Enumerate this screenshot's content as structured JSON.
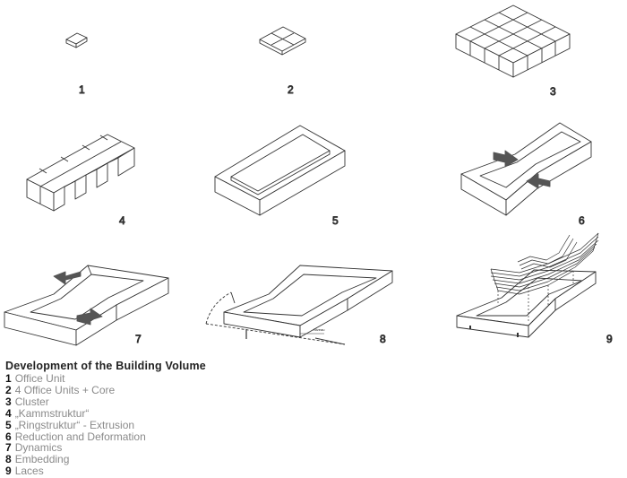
{
  "diagrams": [
    {
      "number": "1",
      "icon": "single-block-icon"
    },
    {
      "number": "2",
      "icon": "cross-plan-icon"
    },
    {
      "number": "3",
      "icon": "cluster-grid-icon"
    },
    {
      "number": "4",
      "icon": "comb-structure-icon"
    },
    {
      "number": "5",
      "icon": "ring-extrusion-icon"
    },
    {
      "number": "6",
      "icon": "reduced-ring-arrows-icon"
    },
    {
      "number": "7",
      "icon": "dynamic-ring-arrows-icon"
    },
    {
      "number": "8",
      "icon": "embedded-ring-icon"
    },
    {
      "number": "9",
      "icon": "laced-ring-icon"
    }
  ],
  "legend": {
    "title": "Development of the Building Volume",
    "items": [
      {
        "number": "1",
        "text": "Office Unit"
      },
      {
        "number": "2",
        "text": "4 Office Units + Core"
      },
      {
        "number": "3",
        "text": "Cluster"
      },
      {
        "number": "4",
        "text": "„Kammstruktur“"
      },
      {
        "number": "5",
        "text": "„Ringstruktur“ - Extrusion"
      },
      {
        "number": "6",
        "text": "Reduction and Deformation"
      },
      {
        "number": "7",
        "text": "Dynamics"
      },
      {
        "number": "8",
        "text": "Embedding"
      },
      {
        "number": "9",
        "text": "Laces"
      }
    ]
  },
  "colors": {
    "line": "#333333",
    "arrow": "#555555"
  }
}
